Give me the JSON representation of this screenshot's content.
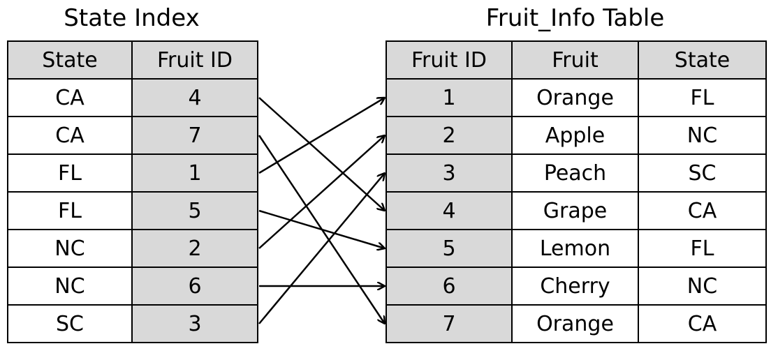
{
  "left_caption": "State Index",
  "right_caption": "Fruit_Info Table",
  "state_index": {
    "headers": [
      "State",
      "Fruit ID"
    ],
    "rows": [
      {
        "state": "CA",
        "fruit_id": "4"
      },
      {
        "state": "CA",
        "fruit_id": "7"
      },
      {
        "state": "FL",
        "fruit_id": "1"
      },
      {
        "state": "FL",
        "fruit_id": "5"
      },
      {
        "state": "NC",
        "fruit_id": "2"
      },
      {
        "state": "NC",
        "fruit_id": "6"
      },
      {
        "state": "SC",
        "fruit_id": "3"
      }
    ]
  },
  "fruit_info": {
    "headers": [
      "Fruit ID",
      "Fruit",
      "State"
    ],
    "rows": [
      {
        "fruit_id": "1",
        "fruit": "Orange",
        "state": "FL"
      },
      {
        "fruit_id": "2",
        "fruit": "Apple",
        "state": "NC"
      },
      {
        "fruit_id": "3",
        "fruit": "Peach",
        "state": "SC"
      },
      {
        "fruit_id": "4",
        "fruit": "Grape",
        "state": "CA"
      },
      {
        "fruit_id": "5",
        "fruit": "Lemon",
        "state": "FL"
      },
      {
        "fruit_id": "6",
        "fruit": "Cherry",
        "state": "NC"
      },
      {
        "fruit_id": "7",
        "fruit": "Orange",
        "state": "CA"
      }
    ]
  }
}
